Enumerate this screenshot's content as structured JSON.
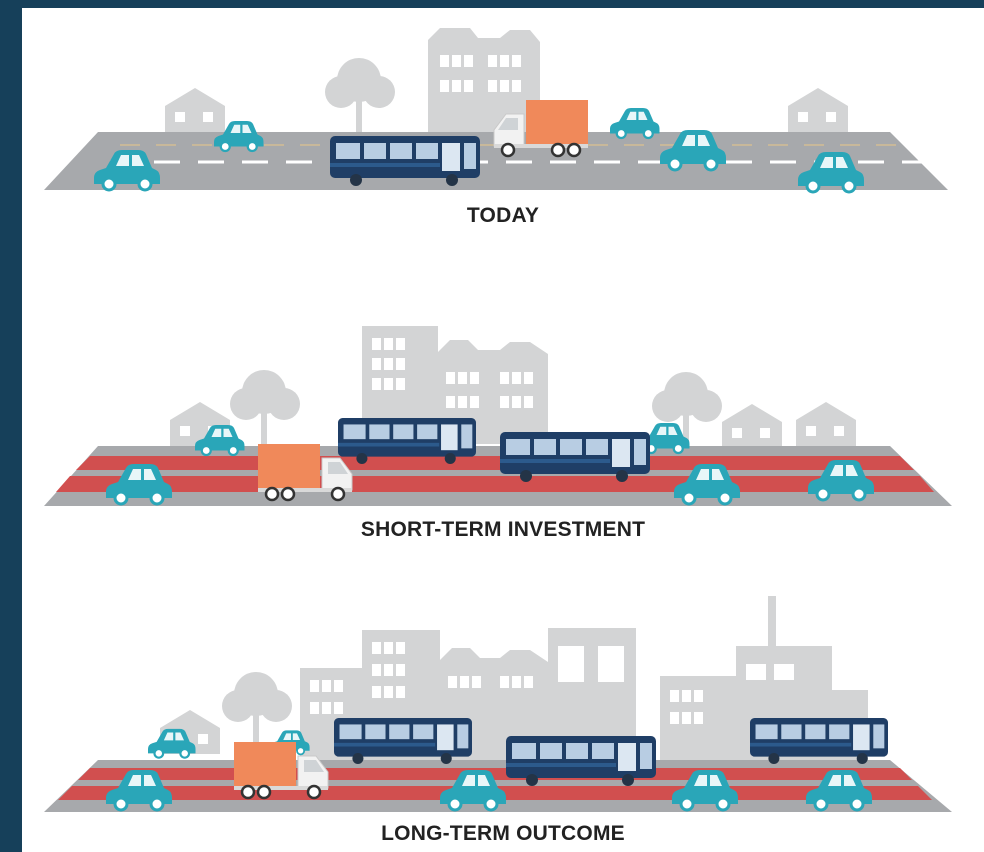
{
  "panels": [
    {
      "id": "today",
      "caption": "TODAY"
    },
    {
      "id": "short-term",
      "caption": "SHORT-TERM INVESTMENT"
    },
    {
      "id": "long-term",
      "caption": "LONG-TERM OUTCOME"
    }
  ],
  "colors": {
    "frame": "#16405a",
    "road": "#a7a9ac",
    "transit_lane": "#d14f4f",
    "skyline": "#d3d4d5",
    "car": "#2aa6b8",
    "bus": "#1f3e66",
    "truck_box": "#f0895a"
  },
  "icons": [
    "building-icon",
    "house-icon",
    "tree-icon",
    "car-icon",
    "bus-icon",
    "truck-icon"
  ]
}
